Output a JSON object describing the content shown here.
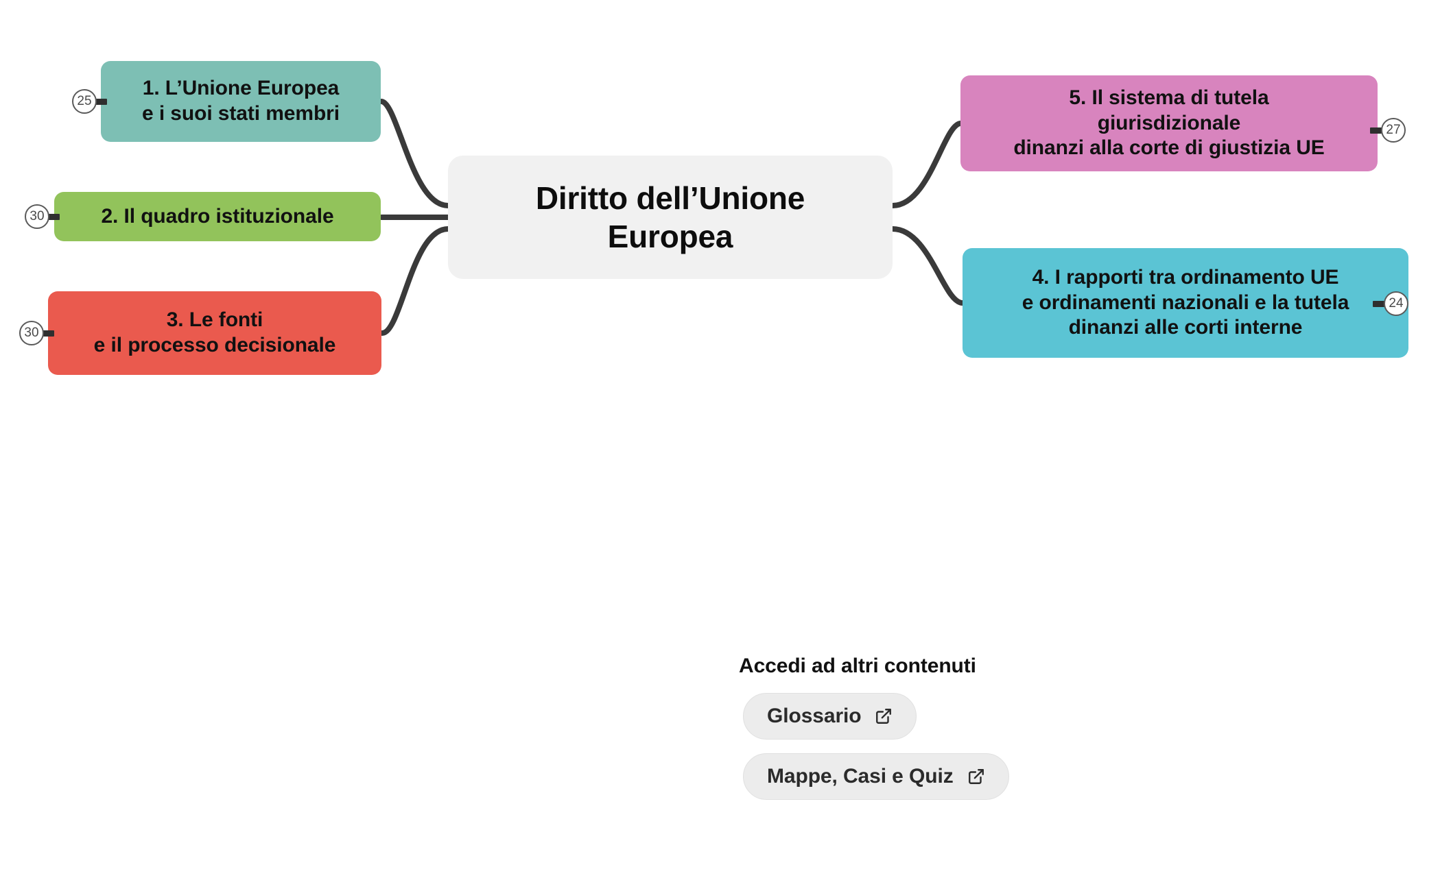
{
  "map": {
    "central_node": {
      "label": "Diritto dell’Unione\nEuropea",
      "color": "#f1f1f1"
    },
    "branches": [
      {
        "id": "node-1",
        "label": "1. L’Unione Europea\ne i suoi stati membri",
        "color": "#7dbfb4",
        "badge": "25",
        "side": "left"
      },
      {
        "id": "node-2",
        "label": "2. Il quadro istituzionale",
        "color": "#92c35b",
        "badge": "30",
        "side": "left"
      },
      {
        "id": "node-3",
        "label": "3. Le fonti\ne il processo decisionale",
        "color": "#ea5a4e",
        "badge": "30",
        "side": "left"
      },
      {
        "id": "node-4",
        "label": "4. I rapporti tra ordinamento UE\ne ordinamenti nazionali e la tutela\ndinanzi alle corti interne",
        "color": "#5bc4d4",
        "badge": "24",
        "side": "right"
      },
      {
        "id": "node-5",
        "label": "5. Il sistema di tutela\ngiurisdizionale\ndinanzi alla corte di giustizia UE",
        "color": "#d884be",
        "badge": "27",
        "side": "right"
      }
    ],
    "connector_color": "#3a3a3a"
  },
  "extra_content": {
    "title": "Accedi ad altri contenuti",
    "links": [
      {
        "label": "Glossario",
        "icon": "external-link-icon"
      },
      {
        "label": "Mappe, Casi e Quiz",
        "icon": "external-link-icon"
      }
    ]
  }
}
